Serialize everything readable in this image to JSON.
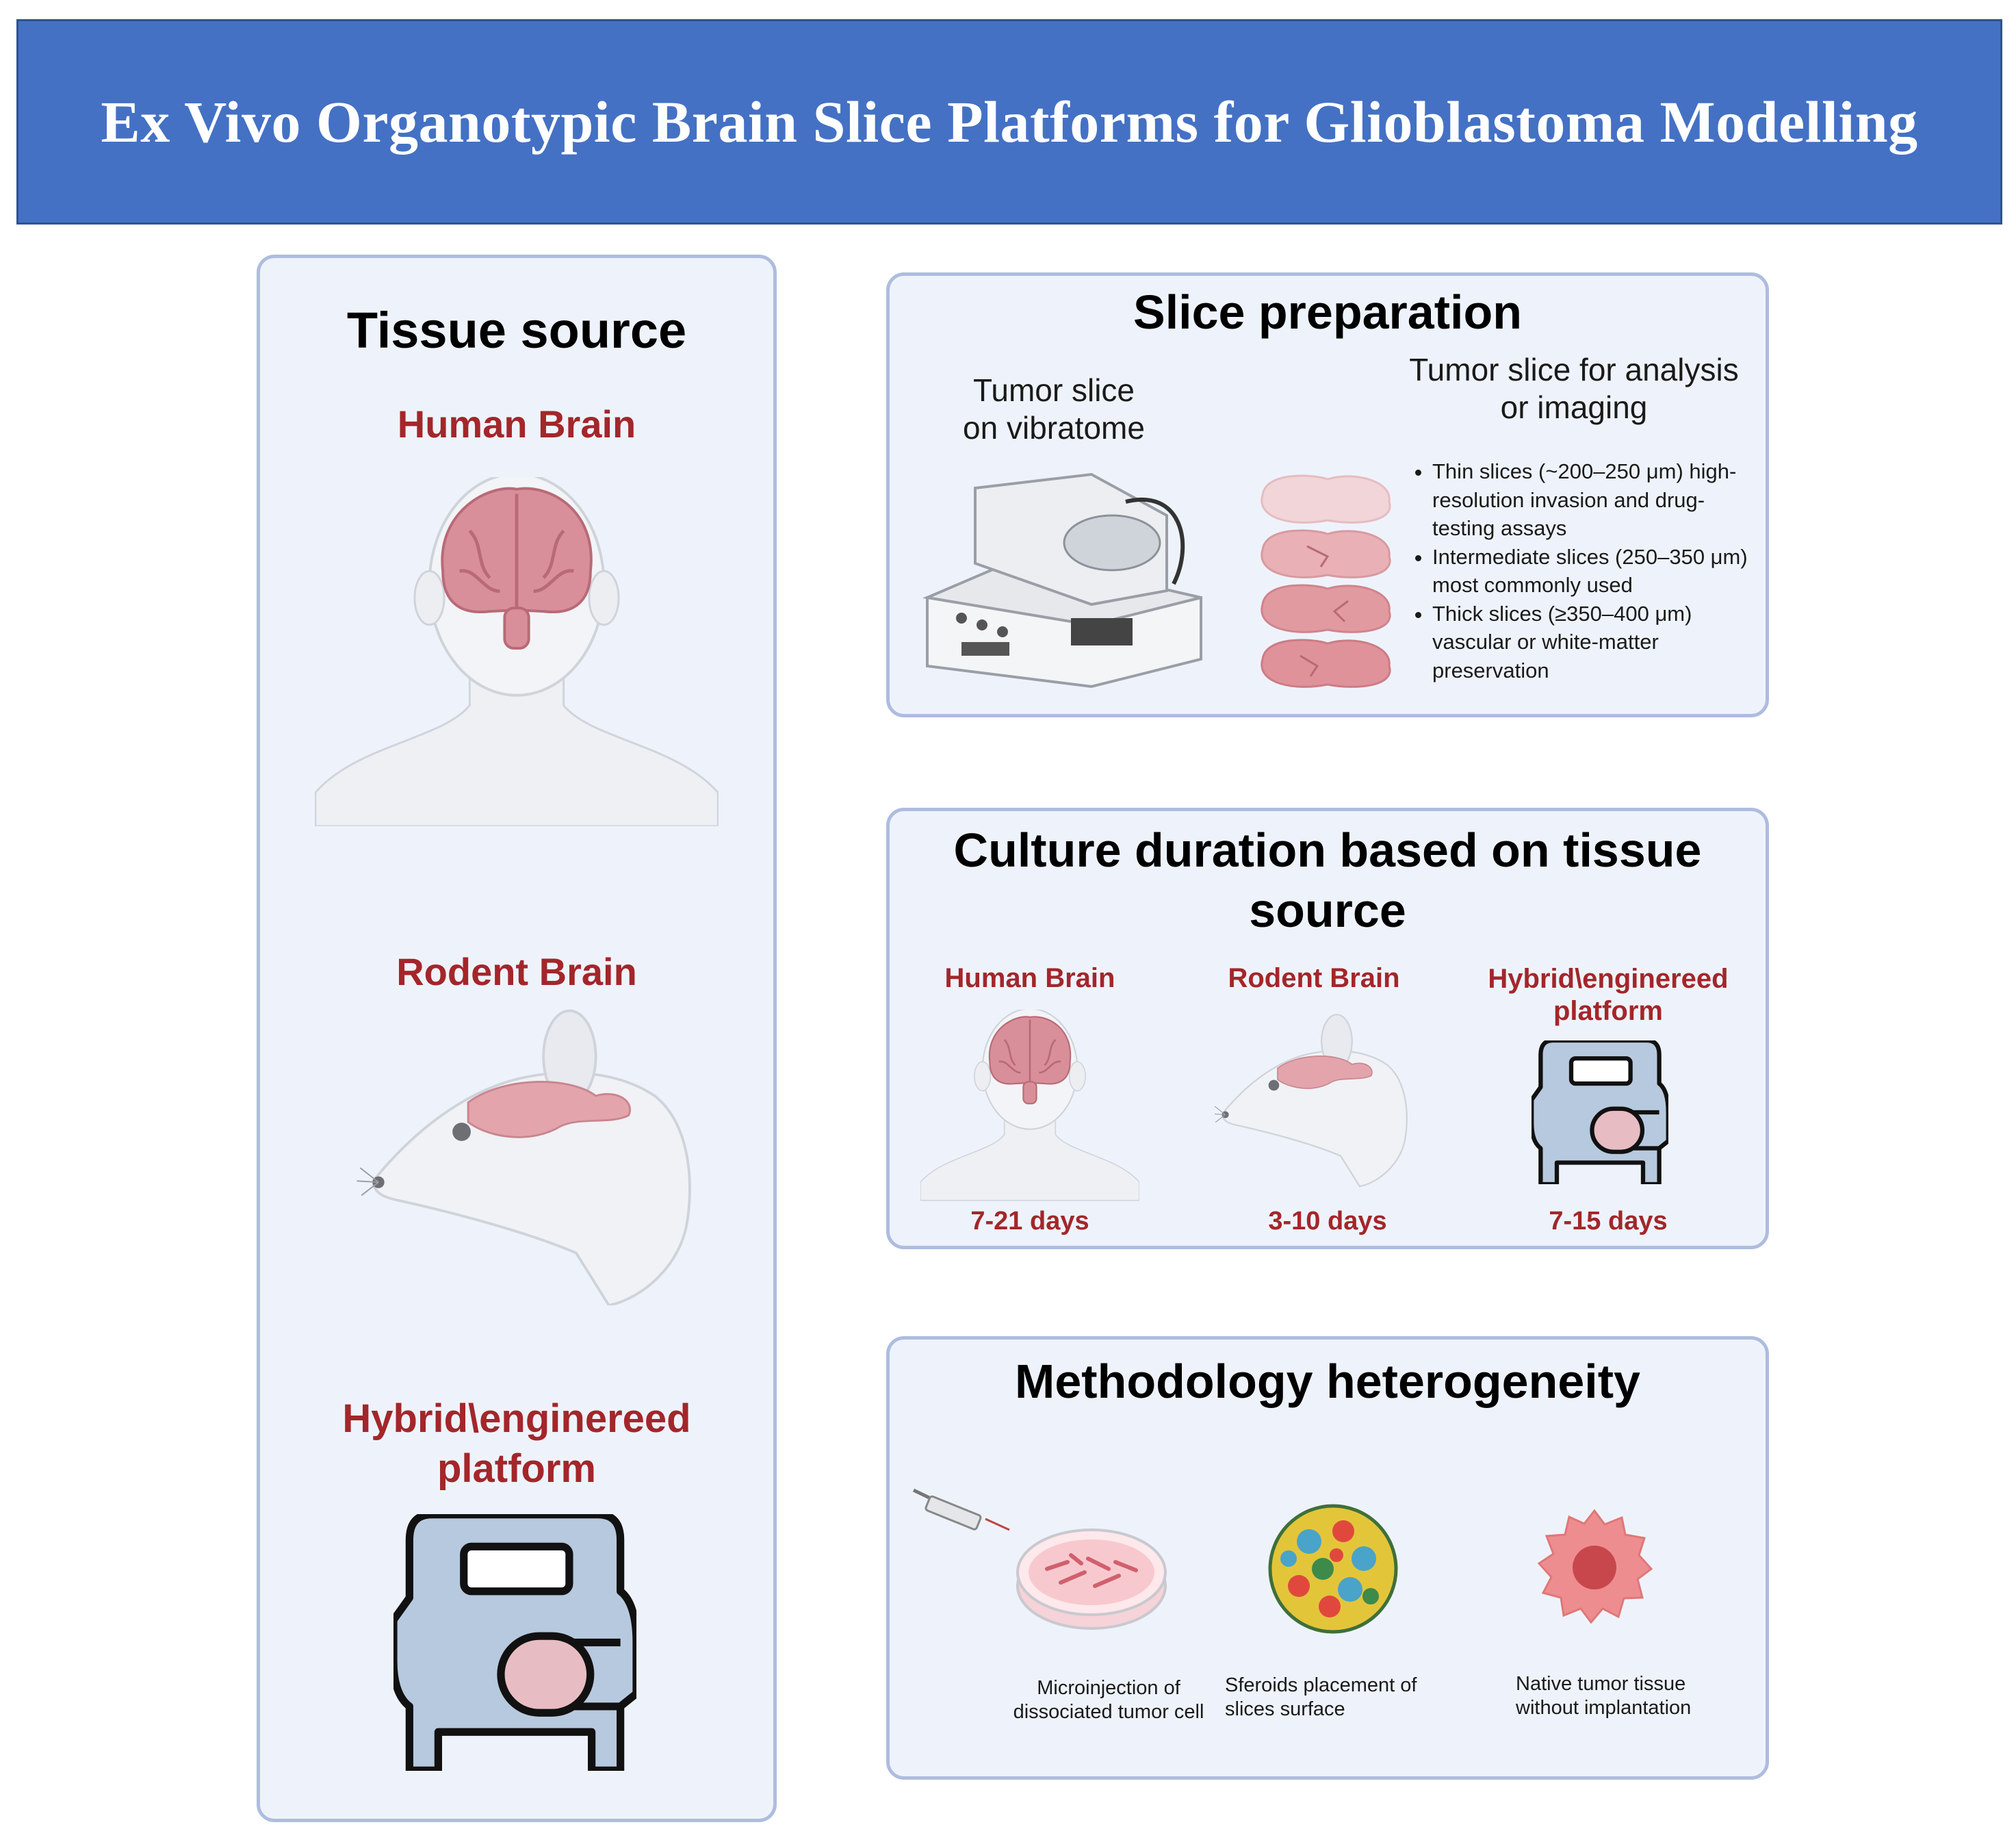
{
  "banner": {
    "title": "Ex Vivo Organotypic Brain Slice Platforms for Glioblastoma Modelling"
  },
  "tissue_source": {
    "title": "Tissue source",
    "human_label": "Human Brain",
    "rodent_label": "Rodent Brain",
    "hybrid_label_line1": "Hybrid\\enginereed",
    "hybrid_label_line2": "platform"
  },
  "slice_preparation": {
    "title": "Slice preparation",
    "vibratome_caption_line1": "Tumor slice",
    "vibratome_caption_line2": "on vibratome",
    "analysis_caption_line1": "Tumor slice for analysis",
    "analysis_caption_line2": "or imaging",
    "bullets": [
      "Thin slices (~200–250 μm) high-resolution invasion and drug-testing assays",
      "Intermediate slices (250–350 μm) most commonly used",
      "Thick slices (≥350–400 μm) vascular  or white-matter preservation"
    ]
  },
  "culture_duration": {
    "title_line1": "Culture duration based on tissue",
    "title_line2": "source",
    "columns": [
      {
        "label_line1": "Human Brain",
        "label_line2": "",
        "duration": "7-21 days"
      },
      {
        "label_line1": "Rodent Brain",
        "label_line2": "",
        "duration": "3-10 days"
      },
      {
        "label_line1": "Hybrid\\enginereed",
        "label_line2": "platform",
        "duration": "7-15 days"
      }
    ]
  },
  "methodology": {
    "title": "Methodology heterogeneity",
    "items": [
      {
        "caption_line1": "Microinjection of",
        "caption_line2": "dissociated tumor cell"
      },
      {
        "caption_line1": "Sferoids placement of",
        "caption_line2": "slices surface"
      },
      {
        "caption_line1": "Native tumor tissue",
        "caption_line2": "without implantation"
      }
    ]
  },
  "colors": {
    "banner": "#4471c4",
    "panel_bg": "#eef3fb",
    "panel_border": "#aebcdf",
    "label_red": "#a3262a",
    "brain_pink": "#d98f99",
    "device_blue": "#b7c9de"
  }
}
